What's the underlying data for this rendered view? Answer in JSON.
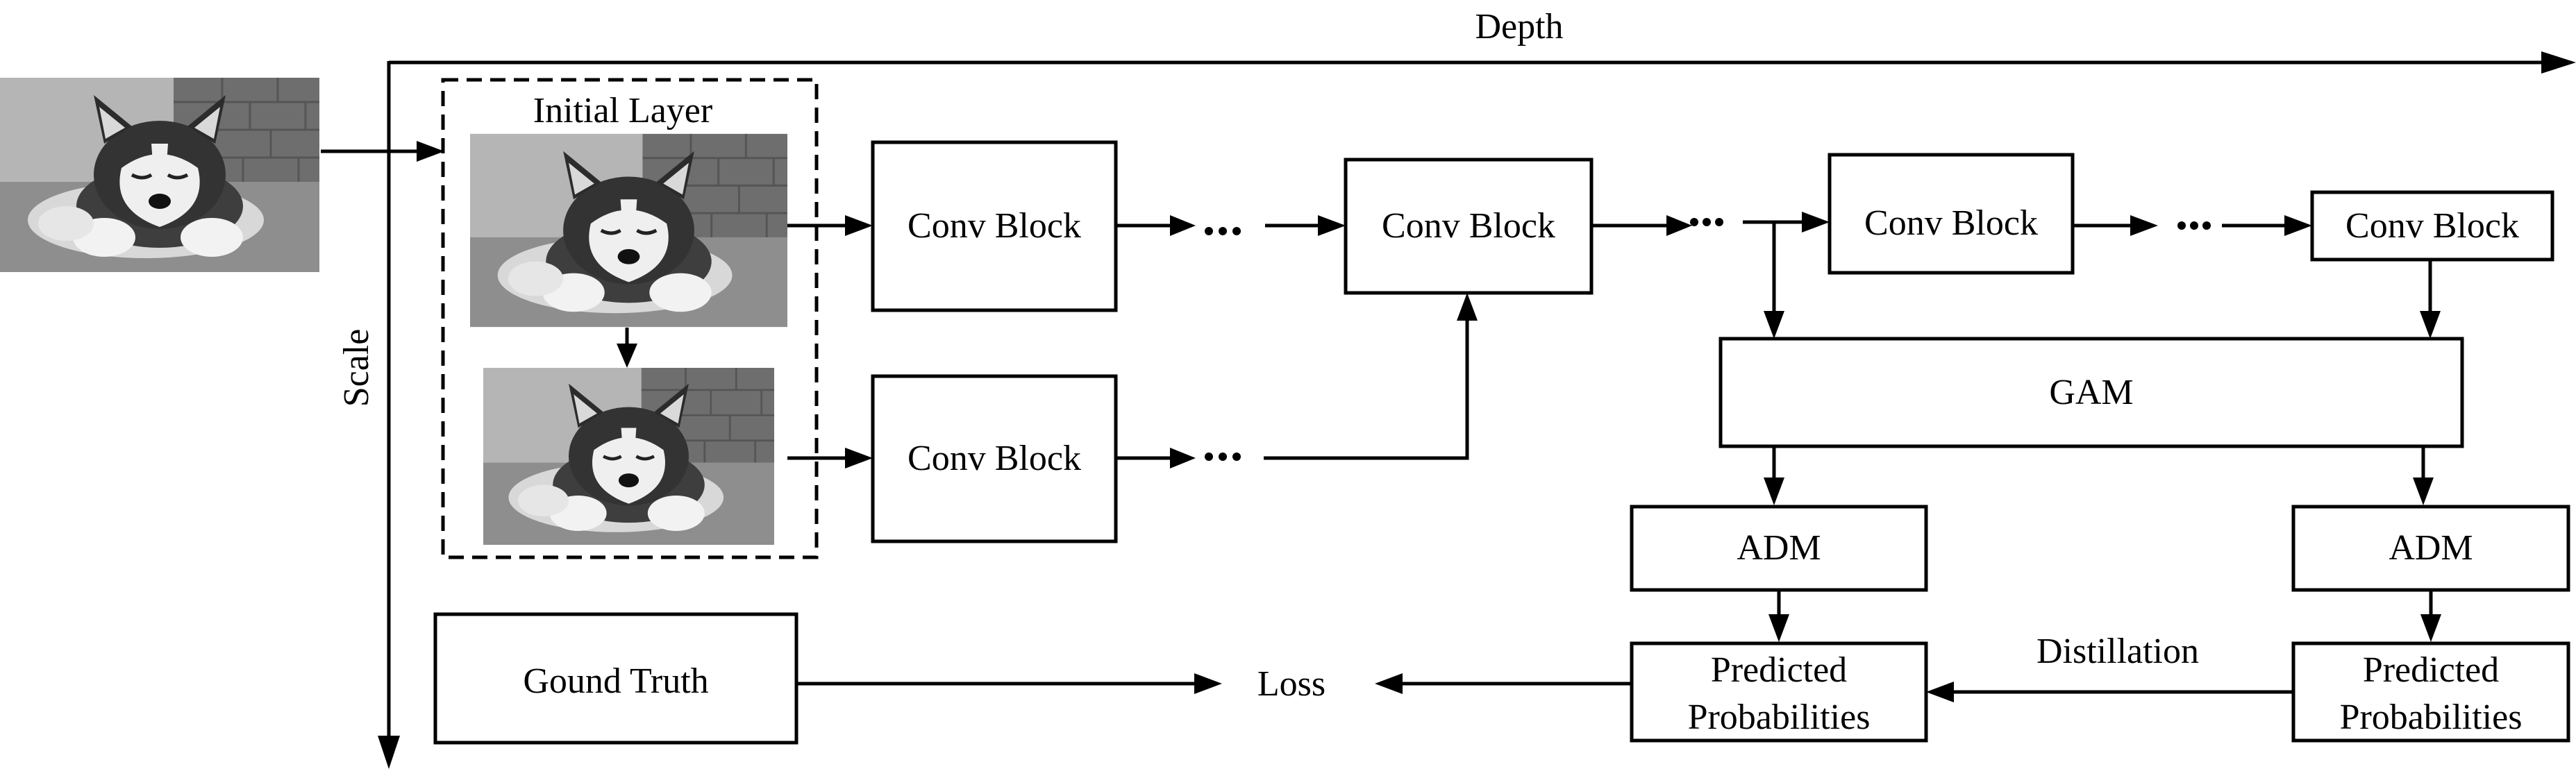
{
  "axes": {
    "depth_label": "Depth",
    "scale_label": "Scale"
  },
  "initial_layer": {
    "title": "Initial Layer"
  },
  "blocks": {
    "conv_label": "Conv Block",
    "gam_label": "GAM",
    "adm_label": "ADM"
  },
  "outputs": {
    "predicted_line1": "Predicted",
    "predicted_line2": "Probabilities",
    "ground_truth": "Gound Truth",
    "loss": "Loss",
    "distillation": "Distillation"
  },
  "colors": {
    "stroke": "#000000",
    "background": "#ffffff",
    "photo_tone": "#8a8a8a"
  },
  "icons": {
    "input_image": "husky-puppy-grayscale-photo",
    "ellipsis": "horizontal-dots"
  }
}
